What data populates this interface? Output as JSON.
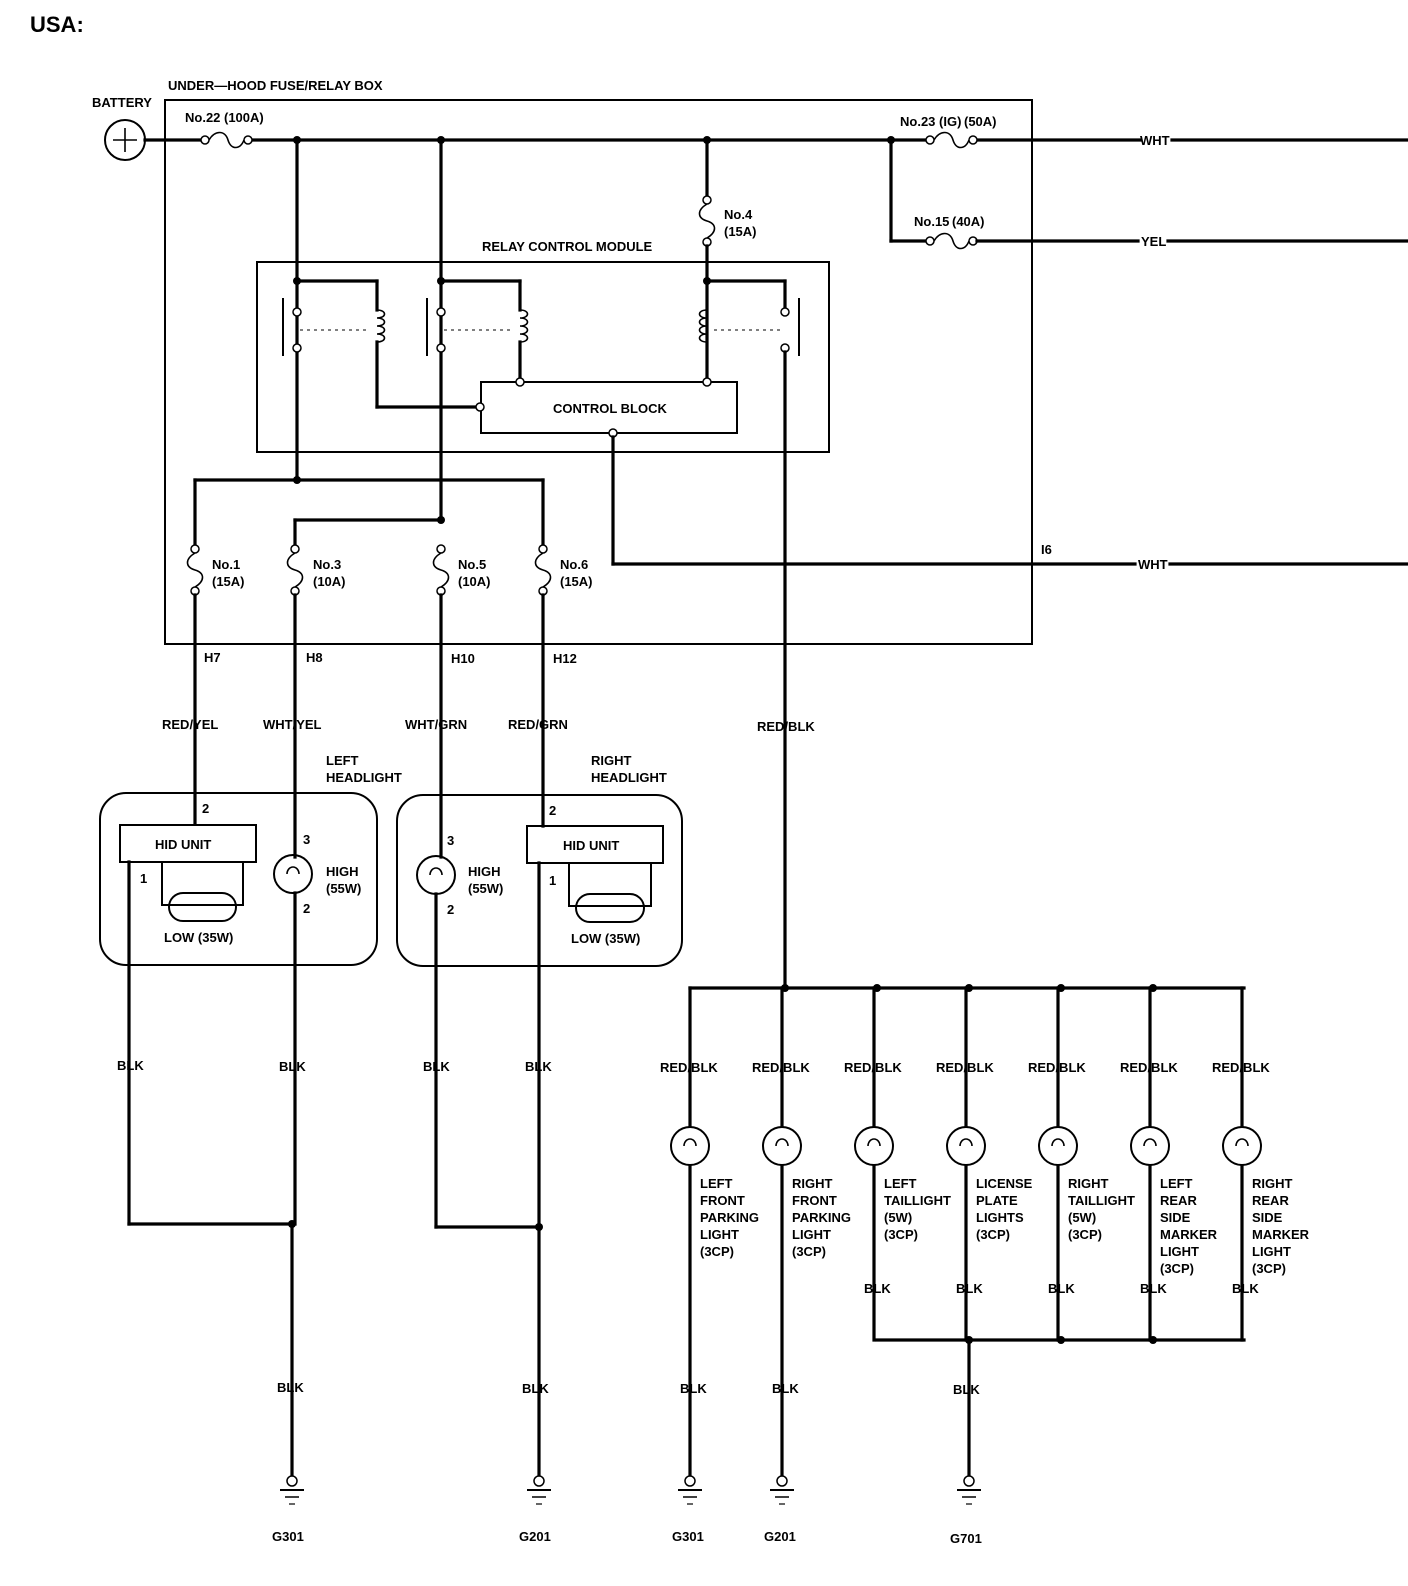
{
  "region": "USA:",
  "fuse_box": {
    "label": "UNDER—HOOD FUSE/RELAY BOX"
  },
  "battery": {
    "label": "BATTERY"
  },
  "relay_module": {
    "label": "RELAY CONTROL MODULE",
    "control_block": "CONTROL BLOCK"
  },
  "fuses": {
    "f22": {
      "name": "No.22",
      "rating": "(100A)"
    },
    "f23": {
      "name": "No.23 (IG)",
      "rating": "(50A)"
    },
    "f15": {
      "name": "No.15",
      "rating": "(40A)"
    },
    "f4": {
      "name": "No.4",
      "rating": "(15A)"
    },
    "f1": {
      "name": "No.1",
      "rating": "(15A)"
    },
    "f3": {
      "name": "No.3",
      "rating": "(10A)"
    },
    "f5": {
      "name": "No.5",
      "rating": "(10A)"
    },
    "f6": {
      "name": "No.6",
      "rating": "(15A)"
    }
  },
  "connectors": {
    "h7": "H7",
    "h8": "H8",
    "h10": "H10",
    "h12": "H12",
    "i6": "I6"
  },
  "wires": {
    "wht": "WHT",
    "yel": "YEL",
    "red_yel": "RED/YEL",
    "wht_yel": "WHT/YEL",
    "wht_grn": "WHT/GRN",
    "red_grn": "RED/GRN",
    "red_blk": "RED/BLK",
    "blk": "BLK"
  },
  "left_headlight": {
    "title": [
      "LEFT",
      "HEADLIGHT"
    ],
    "hid": "HID UNIT",
    "low": "LOW (35W)",
    "high": [
      "HIGH",
      "(55W)"
    ],
    "pins": {
      "hid_in": "2",
      "hid_gnd": "1",
      "high_in": "3",
      "high_gnd": "2"
    }
  },
  "right_headlight": {
    "title": [
      "RIGHT",
      "HEADLIGHT"
    ],
    "hid": "HID UNIT",
    "low": "LOW (35W)",
    "high": [
      "HIGH",
      "(55W)"
    ],
    "pins": {
      "hid_in": "2",
      "hid_gnd": "1",
      "high_in": "3",
      "high_gnd": "2"
    }
  },
  "lamps": [
    {
      "lines": [
        "LEFT",
        "FRONT",
        "PARKING",
        "LIGHT",
        "(3CP)"
      ]
    },
    {
      "lines": [
        "RIGHT",
        "FRONT",
        "PARKING",
        "LIGHT",
        "(3CP)"
      ]
    },
    {
      "lines": [
        "LEFT",
        "TAILLIGHT",
        "(5W)",
        "(3CP)"
      ]
    },
    {
      "lines": [
        "LICENSE",
        "PLATE",
        "LIGHTS",
        "(3CP)"
      ]
    },
    {
      "lines": [
        "RIGHT",
        "TAILLIGHT",
        "(5W)",
        "(3CP)"
      ]
    },
    {
      "lines": [
        "LEFT",
        "REAR",
        "SIDE",
        "MARKER",
        "LIGHT",
        "(3CP)"
      ]
    },
    {
      "lines": [
        "RIGHT",
        "REAR",
        "SIDE",
        "MARKER",
        "LIGHT",
        "(3CP)"
      ]
    }
  ],
  "grounds": {
    "g1": "G301",
    "g2": "G201",
    "g3": "G301",
    "g4": "G201",
    "g5": "G701"
  }
}
